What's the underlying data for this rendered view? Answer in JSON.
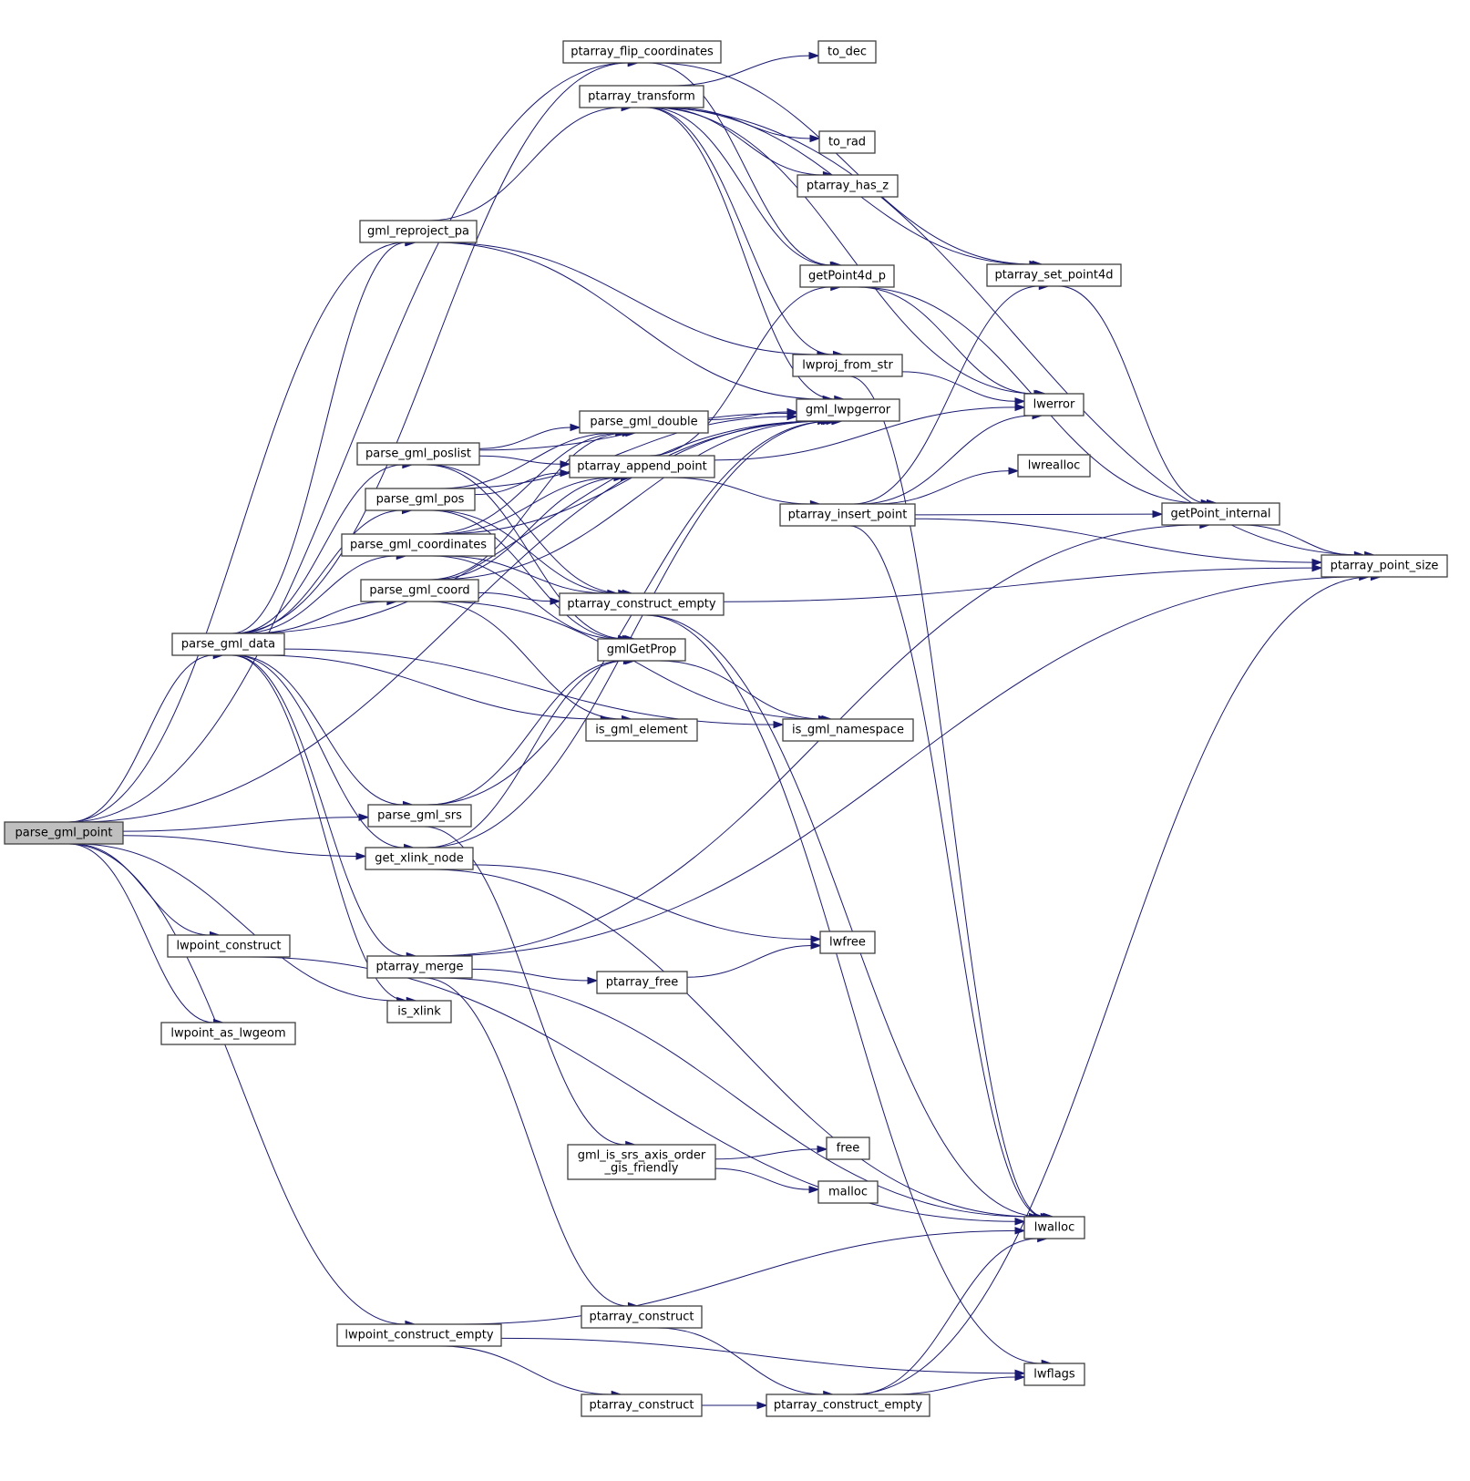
{
  "diagram": {
    "type": "call-graph",
    "root": "parse_gml_point",
    "colors": {
      "edge": "#191970",
      "node_border": "#404040",
      "root_fill": "#bfbfbf",
      "node_fill": "#ffffff"
    },
    "nodes": [
      {
        "id": "parse_gml_point",
        "label": "parse_gml_point",
        "root": true
      },
      {
        "id": "parse_gml_data",
        "label": "parse_gml_data"
      },
      {
        "id": "lwpoint_construct",
        "label": "lwpoint_construct"
      },
      {
        "id": "lwpoint_as_lwgeom",
        "label": "lwpoint_as_lwgeom"
      },
      {
        "id": "lwpoint_construct_empty",
        "label": "lwpoint_construct_empty"
      },
      {
        "id": "gml_reproject_pa",
        "label": "gml_reproject_pa"
      },
      {
        "id": "parse_gml_poslist",
        "label": "parse_gml_poslist"
      },
      {
        "id": "parse_gml_pos",
        "label": "parse_gml_pos"
      },
      {
        "id": "parse_gml_coordinates",
        "label": "parse_gml_coordinates"
      },
      {
        "id": "parse_gml_coord",
        "label": "parse_gml_coord"
      },
      {
        "id": "parse_gml_srs",
        "label": "parse_gml_srs"
      },
      {
        "id": "get_xlink_node",
        "label": "get_xlink_node"
      },
      {
        "id": "ptarray_merge",
        "label": "ptarray_merge"
      },
      {
        "id": "is_xlink",
        "label": "is_xlink"
      },
      {
        "id": "ptarray_flip_coordinates",
        "label": "ptarray_flip_coordinates"
      },
      {
        "id": "ptarray_transform",
        "label": "ptarray_transform"
      },
      {
        "id": "parse_gml_double",
        "label": "parse_gml_double"
      },
      {
        "id": "ptarray_append_point",
        "label": "ptarray_append_point"
      },
      {
        "id": "ptarray_construct_empty_1",
        "label": "ptarray_construct_empty"
      },
      {
        "id": "gmlGetProp",
        "label": "gmlGetProp"
      },
      {
        "id": "is_gml_element",
        "label": "is_gml_element"
      },
      {
        "id": "ptarray_free",
        "label": "ptarray_free"
      },
      {
        "id": "gml_is_srs_axis_order_gis_friendly",
        "label": "gml_is_srs_axis_order\n_gis_friendly"
      },
      {
        "id": "ptarray_construct_1",
        "label": "ptarray_construct"
      },
      {
        "id": "ptarray_construct_2",
        "label": "ptarray_construct"
      },
      {
        "id": "to_dec",
        "label": "to_dec"
      },
      {
        "id": "to_rad",
        "label": "to_rad"
      },
      {
        "id": "ptarray_has_z",
        "label": "ptarray_has_z"
      },
      {
        "id": "getPoint4d_p",
        "label": "getPoint4d_p"
      },
      {
        "id": "lwproj_from_str",
        "label": "lwproj_from_str"
      },
      {
        "id": "gml_lwpgerror",
        "label": "gml_lwpgerror"
      },
      {
        "id": "ptarray_insert_point",
        "label": "ptarray_insert_point"
      },
      {
        "id": "is_gml_namespace",
        "label": "is_gml_namespace"
      },
      {
        "id": "lwfree",
        "label": "lwfree"
      },
      {
        "id": "free",
        "label": "free"
      },
      {
        "id": "malloc",
        "label": "malloc"
      },
      {
        "id": "ptarray_construct_empty_2",
        "label": "ptarray_construct_empty"
      },
      {
        "id": "ptarray_set_point4d",
        "label": "ptarray_set_point4d"
      },
      {
        "id": "lwerror",
        "label": "lwerror"
      },
      {
        "id": "lwrealloc",
        "label": "lwrealloc"
      },
      {
        "id": "getPoint_internal",
        "label": "getPoint_internal"
      },
      {
        "id": "ptarray_point_size",
        "label": "ptarray_point_size"
      },
      {
        "id": "lwalloc",
        "label": "lwalloc"
      },
      {
        "id": "lwflags",
        "label": "lwflags"
      }
    ],
    "edges": [
      [
        "parse_gml_point",
        "ptarray_flip_coordinates"
      ],
      [
        "parse_gml_point",
        "gml_lwpgerror"
      ],
      [
        "parse_gml_point",
        "gml_reproject_pa"
      ],
      [
        "parse_gml_point",
        "parse_gml_data"
      ],
      [
        "parse_gml_point",
        "parse_gml_srs"
      ],
      [
        "parse_gml_point",
        "get_xlink_node"
      ],
      [
        "parse_gml_point",
        "is_xlink"
      ],
      [
        "parse_gml_point",
        "lwpoint_construct"
      ],
      [
        "parse_gml_point",
        "lwpoint_as_lwgeom"
      ],
      [
        "parse_gml_point",
        "lwpoint_construct_empty"
      ],
      [
        "parse_gml_data",
        "ptarray_flip_coordinates"
      ],
      [
        "parse_gml_data",
        "gml_reproject_pa"
      ],
      [
        "parse_gml_data",
        "gml_lwpgerror"
      ],
      [
        "parse_gml_data",
        "parse_gml_poslist"
      ],
      [
        "parse_gml_data",
        "parse_gml_pos"
      ],
      [
        "parse_gml_data",
        "parse_gml_coordinates"
      ],
      [
        "parse_gml_data",
        "parse_gml_coord"
      ],
      [
        "parse_gml_data",
        "is_gml_element"
      ],
      [
        "parse_gml_data",
        "is_gml_namespace"
      ],
      [
        "parse_gml_data",
        "parse_gml_srs"
      ],
      [
        "parse_gml_data",
        "get_xlink_node"
      ],
      [
        "parse_gml_data",
        "ptarray_merge"
      ],
      [
        "parse_gml_data",
        "is_xlink"
      ],
      [
        "gml_reproject_pa",
        "ptarray_transform"
      ],
      [
        "gml_reproject_pa",
        "gml_lwpgerror"
      ],
      [
        "gml_reproject_pa",
        "lwproj_from_str"
      ],
      [
        "parse_gml_poslist",
        "gml_lwpgerror"
      ],
      [
        "parse_gml_poslist",
        "parse_gml_double"
      ],
      [
        "parse_gml_poslist",
        "ptarray_append_point"
      ],
      [
        "parse_gml_poslist",
        "ptarray_construct_empty_1"
      ],
      [
        "parse_gml_poslist",
        "gmlGetProp"
      ],
      [
        "parse_gml_pos",
        "gml_lwpgerror"
      ],
      [
        "parse_gml_pos",
        "parse_gml_double"
      ],
      [
        "parse_gml_pos",
        "ptarray_append_point"
      ],
      [
        "parse_gml_pos",
        "ptarray_construct_empty_1"
      ],
      [
        "parse_gml_pos",
        "gmlGetProp"
      ],
      [
        "parse_gml_coordinates",
        "gml_lwpgerror"
      ],
      [
        "parse_gml_coordinates",
        "parse_gml_double"
      ],
      [
        "parse_gml_coordinates",
        "ptarray_append_point"
      ],
      [
        "parse_gml_coordinates",
        "ptarray_construct_empty_1"
      ],
      [
        "parse_gml_coordinates",
        "gmlGetProp"
      ],
      [
        "parse_gml_coord",
        "gml_lwpgerror"
      ],
      [
        "parse_gml_coord",
        "parse_gml_double"
      ],
      [
        "parse_gml_coord",
        "ptarray_append_point"
      ],
      [
        "parse_gml_coord",
        "ptarray_construct_empty_1"
      ],
      [
        "parse_gml_coord",
        "is_gml_element"
      ],
      [
        "parse_gml_coord",
        "is_gml_namespace"
      ],
      [
        "parse_gml_srs",
        "gmlGetProp"
      ],
      [
        "parse_gml_srs",
        "gml_lwpgerror"
      ],
      [
        "parse_gml_srs",
        "gml_is_srs_axis_order_gis_friendly"
      ],
      [
        "get_xlink_node",
        "gmlGetProp"
      ],
      [
        "get_xlink_node",
        "gml_lwpgerror"
      ],
      [
        "get_xlink_node",
        "lwfree"
      ],
      [
        "get_xlink_node",
        "lwalloc"
      ],
      [
        "ptarray_merge",
        "ptarray_free"
      ],
      [
        "ptarray_merge",
        "lwalloc"
      ],
      [
        "ptarray_merge",
        "getPoint_internal"
      ],
      [
        "ptarray_merge",
        "ptarray_point_size"
      ],
      [
        "ptarray_merge",
        "ptarray_construct_1"
      ],
      [
        "lwpoint_construct",
        "lwalloc"
      ],
      [
        "lwpoint_construct_empty",
        "lwalloc"
      ],
      [
        "lwpoint_construct_empty",
        "ptarray_construct_2"
      ],
      [
        "lwpoint_construct_empty",
        "lwflags"
      ],
      [
        "ptarray_flip_coordinates",
        "ptarray_set_point4d"
      ],
      [
        "ptarray_flip_coordinates",
        "getPoint4d_p"
      ],
      [
        "ptarray_transform",
        "to_dec"
      ],
      [
        "ptarray_transform",
        "to_rad"
      ],
      [
        "ptarray_transform",
        "ptarray_has_z"
      ],
      [
        "ptarray_transform",
        "getPoint4d_p"
      ],
      [
        "ptarray_transform",
        "ptarray_set_point4d"
      ],
      [
        "ptarray_transform",
        "lwproj_from_str"
      ],
      [
        "ptarray_transform",
        "lwerror"
      ],
      [
        "ptarray_transform",
        "gml_lwpgerror"
      ],
      [
        "ptarray_transform",
        "ptarray_point_size"
      ],
      [
        "parse_gml_double",
        "gml_lwpgerror"
      ],
      [
        "ptarray_append_point",
        "getPoint4d_p"
      ],
      [
        "ptarray_append_point",
        "lwerror"
      ],
      [
        "ptarray_append_point",
        "ptarray_insert_point"
      ],
      [
        "ptarray_construct_empty_1",
        "ptarray_point_size"
      ],
      [
        "ptarray_construct_empty_1",
        "lwalloc"
      ],
      [
        "ptarray_construct_empty_1",
        "lwflags"
      ],
      [
        "gmlGetProp",
        "is_gml_namespace"
      ],
      [
        "ptarray_free",
        "lwfree"
      ],
      [
        "gml_is_srs_axis_order_gis_friendly",
        "free"
      ],
      [
        "gml_is_srs_axis_order_gis_friendly",
        "malloc"
      ],
      [
        "ptarray_construct_1",
        "ptarray_construct_empty_2"
      ],
      [
        "ptarray_construct_2",
        "ptarray_construct_empty_2"
      ],
      [
        "getPoint4d_p",
        "lwerror"
      ],
      [
        "getPoint4d_p",
        "getPoint_internal"
      ],
      [
        "lwproj_from_str",
        "lwerror"
      ],
      [
        "lwproj_from_str",
        "lwalloc"
      ],
      [
        "ptarray_insert_point",
        "ptarray_set_point4d"
      ],
      [
        "ptarray_insert_point",
        "lwerror"
      ],
      [
        "ptarray_insert_point",
        "lwrealloc"
      ],
      [
        "ptarray_insert_point",
        "getPoint_internal"
      ],
      [
        "ptarray_insert_point",
        "ptarray_point_size"
      ],
      [
        "ptarray_insert_point",
        "lwalloc"
      ],
      [
        "ptarray_set_point4d",
        "getPoint_internal"
      ],
      [
        "getPoint_internal",
        "ptarray_point_size"
      ],
      [
        "ptarray_construct_empty_2",
        "lwalloc"
      ],
      [
        "ptarray_construct_empty_2",
        "lwflags"
      ],
      [
        "ptarray_construct_empty_2",
        "ptarray_point_size"
      ]
    ]
  }
}
